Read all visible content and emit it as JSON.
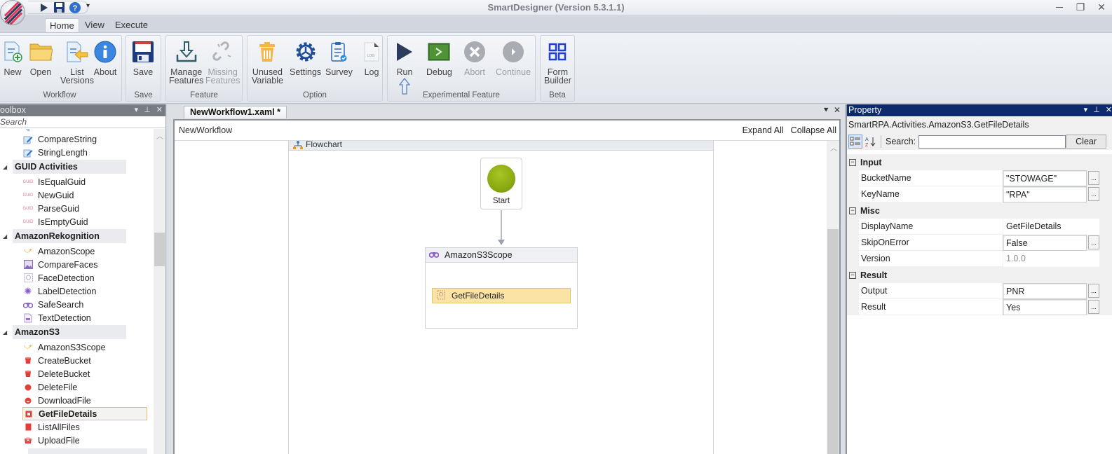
{
  "window": {
    "title": "SmartDesigner (Version 5.3.1.1)",
    "controls": {
      "minimize": "—",
      "restore": "❐",
      "close": "✕"
    }
  },
  "quick_access": {
    "run": "run-icon",
    "save": "save-icon",
    "help": "help-icon",
    "dropdown": "▾"
  },
  "ribbon": {
    "tabs": [
      {
        "label": "Home",
        "active": true
      },
      {
        "label": "View",
        "active": false
      },
      {
        "label": "Execute",
        "active": false
      }
    ],
    "groups": {
      "workflow": {
        "label": "Workflow",
        "buttons": [
          {
            "label": "New",
            "icon": "new-file-icon"
          },
          {
            "label": "Open",
            "icon": "folder-icon"
          },
          {
            "label": "List\nVersions",
            "icon": "list-versions-icon"
          },
          {
            "label": "About",
            "icon": "info-icon"
          }
        ]
      },
      "save": {
        "label": "Save",
        "buttons": [
          {
            "label": "Save",
            "icon": "save-icon"
          }
        ]
      },
      "feature": {
        "label": "Feature",
        "buttons": [
          {
            "label": "Manage\nFeatures",
            "icon": "download-tray-icon"
          },
          {
            "label": "Missing\nFeatures",
            "icon": "broken-link-icon",
            "disabled": true
          }
        ]
      },
      "option": {
        "label": "Option",
        "buttons": [
          {
            "label": "Unused\nVariable",
            "icon": "trash-icon"
          },
          {
            "label": "Settings",
            "icon": "gear-icon"
          },
          {
            "label": "Survey",
            "icon": "clipboard-icon"
          },
          {
            "label": "Log",
            "icon": "log-file-icon"
          }
        ]
      },
      "experimental": {
        "label": "Experimental Feature",
        "buttons": [
          {
            "label": "Run",
            "icon": "play-icon"
          },
          {
            "label": "Debug",
            "icon": "console-icon"
          },
          {
            "label": "Abort",
            "icon": "abort-icon",
            "disabled": true
          },
          {
            "label": "Continue",
            "icon": "continue-icon",
            "disabled": true
          }
        ]
      },
      "beta": {
        "label": "Beta",
        "buttons": [
          {
            "label": "Form\nBuilder",
            "icon": "grid-icon"
          }
        ]
      }
    }
  },
  "toolbox": {
    "title": "oolbox",
    "search_placeholder": "Search",
    "categories": [
      {
        "name": "",
        "items": [
          "CompareString",
          "StringLength"
        ]
      },
      {
        "name": "GUID Activities",
        "items": [
          "IsEqualGuid",
          "NewGuid",
          "ParseGuid",
          "IsEmptyGuid"
        ]
      },
      {
        "name": "AmazonRekognition",
        "items": [
          "AmazonScope",
          "CompareFaces",
          "FaceDetection",
          "LabelDetection",
          "SafeSearch",
          "TextDetection"
        ]
      },
      {
        "name": "AmazonS3",
        "items": [
          "AmazonS3Scope",
          "CreateBucket",
          "DeleteBucket",
          "DeleteFile",
          "DownloadFile",
          "GetFileDetails",
          "ListAllFiles",
          "UploadFile"
        ]
      }
    ],
    "selected_item": "GetFileDetails"
  },
  "document": {
    "tab_label": "NewWorkflow1.xaml *",
    "breadcrumb": "NewWorkflow",
    "expand_all": "Expand All",
    "collapse_all": "Collapse All",
    "flowchart_title": "Flowchart",
    "start_label": "Start",
    "scope_title": "AmazonS3Scope",
    "activity_title": "GetFileDetails"
  },
  "property": {
    "title": "Property",
    "type_name": "SmartRPA.Activities.AmazonS3.GetFileDetails",
    "search_label": "Search:",
    "search_value": "",
    "clear_label": "Clear",
    "categories": [
      {
        "name": "Input",
        "rows": [
          {
            "name": "BucketName",
            "value": "\"STOWAGE\"",
            "editable": true
          },
          {
            "name": "KeyName",
            "value": "\"RPA\"",
            "editable": true
          }
        ]
      },
      {
        "name": "Misc",
        "rows": [
          {
            "name": "DisplayName",
            "value": "GetFileDetails",
            "editable": false
          },
          {
            "name": "SkipOnError",
            "value": "False",
            "editable": true
          },
          {
            "name": "Version",
            "value": "1.0.0",
            "readonly": true
          }
        ]
      },
      {
        "name": "Result",
        "rows": [
          {
            "name": "Output",
            "value": "PNR",
            "editable": true
          },
          {
            "name": "Result",
            "value": "Yes",
            "editable": true
          }
        ]
      }
    ]
  },
  "colors": {
    "property_header": "#0d2a6a",
    "toolbox_header": "#777c83",
    "start_node": "#8aaa12",
    "activity_highlight": "#fbe3a6",
    "selection_border": "#e7c26a"
  }
}
